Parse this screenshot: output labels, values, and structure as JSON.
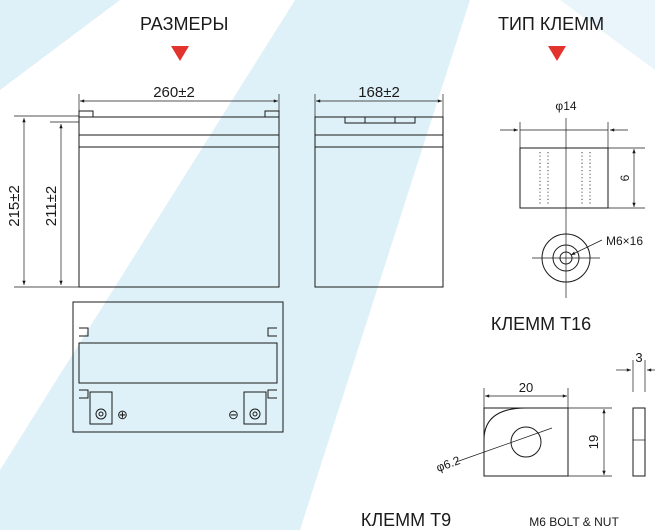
{
  "colors": {
    "accent_red": "#e2342d",
    "stripe_blue": "#dff1f8",
    "line": "#1a1a1a"
  },
  "headers": {
    "dimensions": "РАЗМЕРЫ",
    "terminal_type": "ТИП КЛЕММ"
  },
  "front_view": {
    "width": "260±2",
    "total_height": "215±2",
    "box_height": "211±2"
  },
  "side_view": {
    "width": "168±2"
  },
  "top_view": {
    "plus_symbol": "⊕",
    "minus_symbol": "⊖"
  },
  "terminal_t16": {
    "diameter": "φ14",
    "height": "6",
    "thread": "M6×16",
    "title": "КЛЕММ Т16"
  },
  "terminal_t9": {
    "width": "20",
    "thickness": "3",
    "height": "19",
    "hole": "φ6.2",
    "title": "КЛЕММ Т9",
    "bolt_label": "M6 BOLT & NUT"
  }
}
